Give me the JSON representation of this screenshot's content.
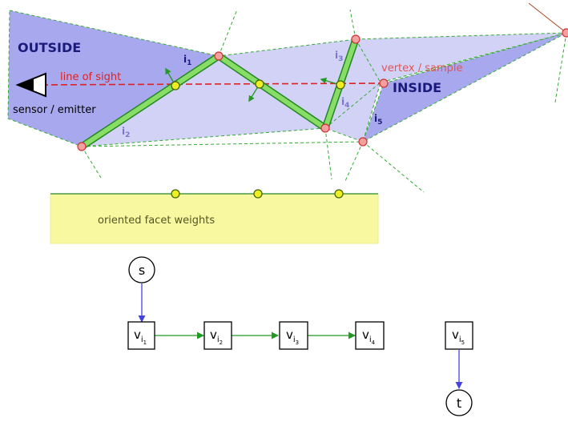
{
  "labels": {
    "outside": "OUTSIDE",
    "inside": "INSIDE",
    "line_of_sight": "line of sight",
    "vertex_sample": "vertex / sample",
    "sensor": "sensor / emitter",
    "facet_weights": "oriented facet weights"
  },
  "facets": [
    {
      "letter": "i",
      "sub": "1"
    },
    {
      "letter": "i",
      "sub": "2"
    },
    {
      "letter": "i",
      "sub": "3"
    },
    {
      "letter": "i",
      "sub": "4"
    },
    {
      "letter": "i",
      "sub": "5"
    }
  ],
  "graph": {
    "source": "s",
    "sink": "t",
    "nodes": [
      {
        "letter": "v",
        "sub_letter": "i",
        "sub_num": "1"
      },
      {
        "letter": "v",
        "sub_letter": "i",
        "sub_num": "2"
      },
      {
        "letter": "v",
        "sub_letter": "i",
        "sub_num": "3"
      },
      {
        "letter": "v",
        "sub_letter": "i",
        "sub_num": "4"
      },
      {
        "letter": "v",
        "sub_letter": "i",
        "sub_num": "5"
      }
    ]
  },
  "colors": {
    "outside_region": "#a8a8ee",
    "inside_region": "#d2d2f6",
    "region_edge": "#33aa33",
    "facet_fill": "#88dd66",
    "facet_stroke": "#228822",
    "ray": "#dd2222",
    "vertex": "#f4a0a0",
    "intersection": "#eeee22",
    "weights_box": "#f8f8a0",
    "graph_edge_green": "#229922",
    "graph_edge_blue": "#4444dd",
    "label_dark": "#1a1a7a",
    "label_light": "#7777cc"
  }
}
